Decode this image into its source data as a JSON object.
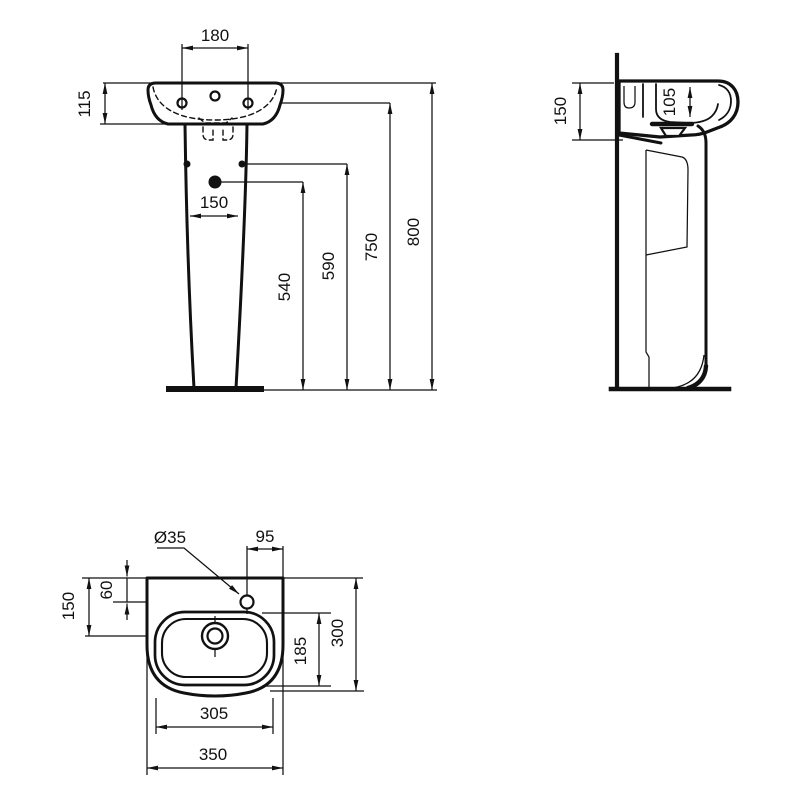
{
  "drawing": {
    "title": "washbasin-with-pedestal-dimension-drawing",
    "background": "#ffffff",
    "line_color": "#111111",
    "front_view": {
      "dims": {
        "tap_hole_centres": "180",
        "basin_rim_depth": "115",
        "pedestal_width": "150",
        "drain_centre_height": "540",
        "fixing_hole_height": "590",
        "basin_underside_height": "750",
        "overall_height": "800"
      }
    },
    "side_view": {
      "dims": {
        "front_edge_drop": "150",
        "bowl_inner_depth": "105"
      }
    },
    "plan_view": {
      "dims": {
        "tap_hole_diameter": "Ø35",
        "tap_hole_offset": "95",
        "wall_to_tap": "60",
        "wall_to_drain": "150",
        "bowl_front_to_back": "185",
        "overall_depth": "300",
        "bowl_width": "305",
        "overall_width": "350"
      }
    }
  }
}
